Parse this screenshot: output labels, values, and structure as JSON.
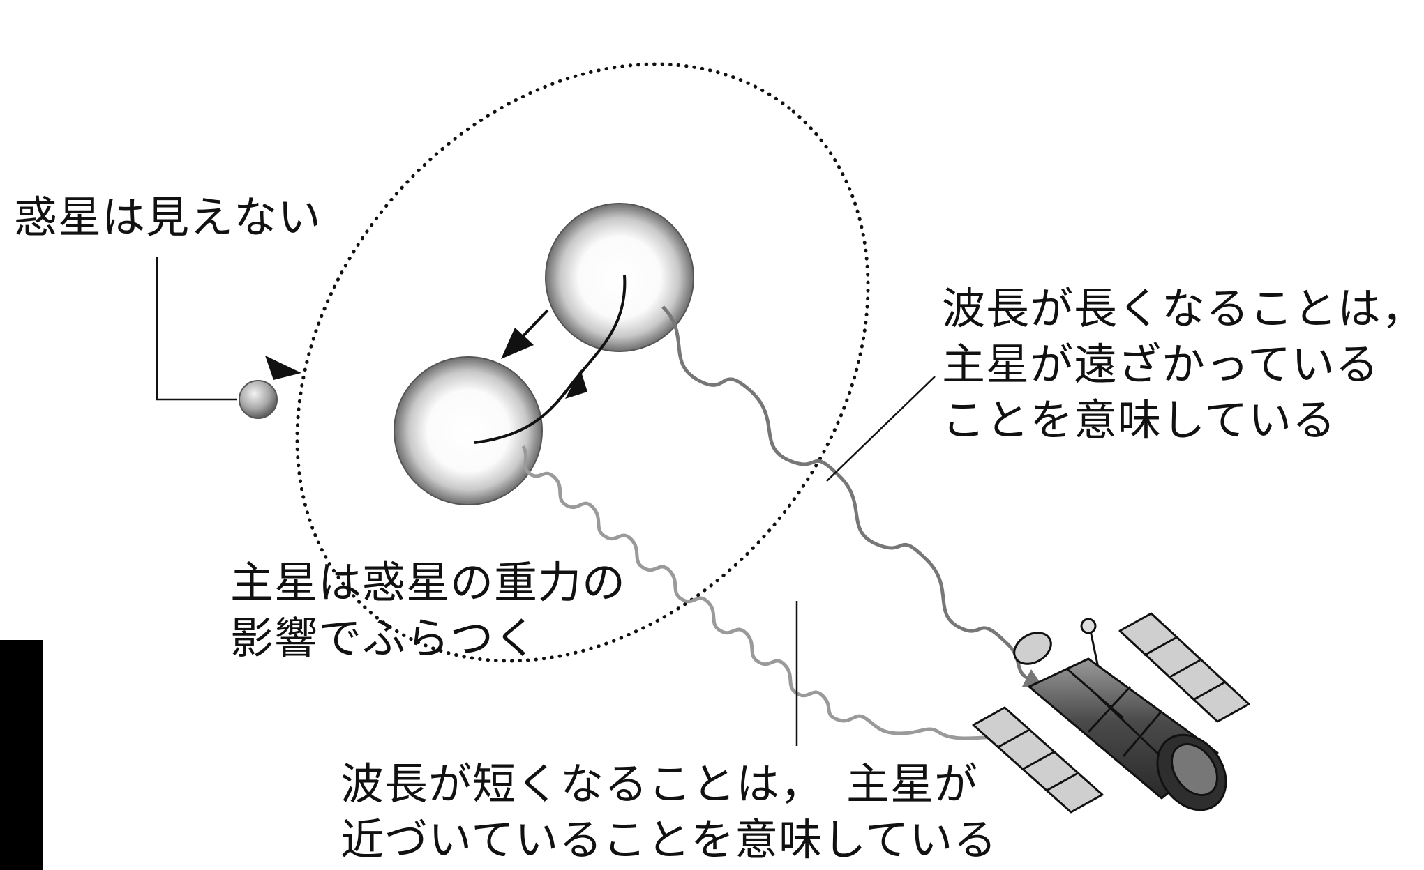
{
  "labels": {
    "planet_invisible": "惑星は見えない",
    "star_wobble": [
      "主星は惑星の重力の",
      "影響でふらつく"
    ],
    "redshift": [
      "波長が長くなることは，",
      "主星が遠ざかっている",
      "ことを意味している"
    ],
    "blueshift": [
      "波長が短くなることは，　主星が",
      "近づいていることを意味している"
    ]
  },
  "icons": {
    "planet": "small-gray-sphere",
    "star_positions": "large-shaded-sphere",
    "telescope": "space-telescope-icon"
  },
  "colors": {
    "outline": "#111111",
    "wave_long": "#777777",
    "wave_short": "#9a9a9a",
    "tab": "#000000"
  }
}
